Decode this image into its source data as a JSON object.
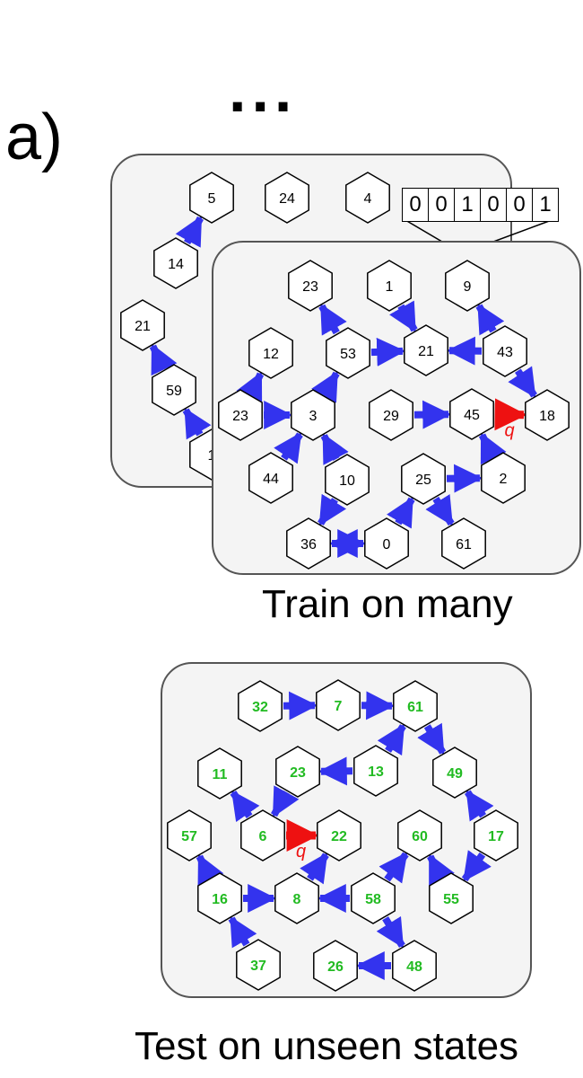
{
  "panel_label": "a)",
  "ellipsis": "...",
  "captions": {
    "train": "Train on many",
    "test": "Test on unseen states"
  },
  "bit_vector": [
    "0",
    "0",
    "1",
    "0",
    "0",
    "1"
  ],
  "colors": {
    "panel_fill": "#f4f4f4",
    "panel_stroke": "#555555",
    "edge": "#3333ee",
    "query_edge": "#ee1111",
    "test_label": "#22bb22",
    "label": "#000000"
  },
  "query_label": "q",
  "graphs": {
    "back": {
      "nodes": [
        {
          "id": "b5",
          "label": "5"
        },
        {
          "id": "b24",
          "label": "24"
        },
        {
          "id": "b4",
          "label": "4"
        },
        {
          "id": "b14",
          "label": "14"
        },
        {
          "id": "b21",
          "label": "21"
        },
        {
          "id": "b59",
          "label": "59"
        },
        {
          "id": "b1x",
          "label": "1"
        }
      ],
      "edges": [
        {
          "from": "b14",
          "to": "b5"
        },
        {
          "from": "b1x",
          "to": "b59"
        },
        {
          "from": "b59",
          "to": "b21"
        }
      ]
    },
    "train": {
      "nodes": [
        {
          "id": "t23a",
          "label": "23"
        },
        {
          "id": "t1",
          "label": "1"
        },
        {
          "id": "t9",
          "label": "9"
        },
        {
          "id": "t12",
          "label": "12"
        },
        {
          "id": "t53",
          "label": "53"
        },
        {
          "id": "t21",
          "label": "21"
        },
        {
          "id": "t43",
          "label": "43"
        },
        {
          "id": "t23b",
          "label": "23"
        },
        {
          "id": "t3",
          "label": "3"
        },
        {
          "id": "t29",
          "label": "29"
        },
        {
          "id": "t45",
          "label": "45"
        },
        {
          "id": "t18",
          "label": "18"
        },
        {
          "id": "t44",
          "label": "44"
        },
        {
          "id": "t10",
          "label": "10"
        },
        {
          "id": "t25",
          "label": "25"
        },
        {
          "id": "t2",
          "label": "2"
        },
        {
          "id": "t36",
          "label": "36"
        },
        {
          "id": "t0",
          "label": "0"
        },
        {
          "id": "t61",
          "label": "61"
        }
      ],
      "edges": [
        {
          "from": "t53",
          "to": "t23a"
        },
        {
          "from": "t1",
          "to": "t21"
        },
        {
          "from": "t43",
          "to": "t9"
        },
        {
          "from": "t23b",
          "to": "t12"
        },
        {
          "from": "t3",
          "to": "t53"
        },
        {
          "from": "t53",
          "to": "t21"
        },
        {
          "from": "t43",
          "to": "t21"
        },
        {
          "from": "t43",
          "to": "t18"
        },
        {
          "from": "t23b",
          "to": "t3"
        },
        {
          "from": "t44",
          "to": "t3"
        },
        {
          "from": "t10",
          "to": "t3"
        },
        {
          "from": "t10",
          "to": "t36"
        },
        {
          "from": "t29",
          "to": "t45"
        },
        {
          "from": "t2",
          "to": "t45"
        },
        {
          "from": "t25",
          "to": "t2"
        },
        {
          "from": "t25",
          "to": "t61"
        },
        {
          "from": "t0",
          "to": "t25"
        },
        {
          "from": "t0",
          "to": "t36"
        },
        {
          "from": "t36",
          "to": "t0"
        }
      ],
      "query": {
        "from": "t45",
        "to": "t18"
      }
    },
    "test": {
      "nodes": [
        {
          "id": "s32",
          "label": "32"
        },
        {
          "id": "s7",
          "label": "7"
        },
        {
          "id": "s61",
          "label": "61"
        },
        {
          "id": "s11",
          "label": "11"
        },
        {
          "id": "s23",
          "label": "23"
        },
        {
          "id": "s13",
          "label": "13"
        },
        {
          "id": "s49",
          "label": "49"
        },
        {
          "id": "s57",
          "label": "57"
        },
        {
          "id": "s6",
          "label": "6"
        },
        {
          "id": "s22",
          "label": "22"
        },
        {
          "id": "s60",
          "label": "60"
        },
        {
          "id": "s17",
          "label": "17"
        },
        {
          "id": "s16",
          "label": "16"
        },
        {
          "id": "s8",
          "label": "8"
        },
        {
          "id": "s58",
          "label": "58"
        },
        {
          "id": "s55",
          "label": "55"
        },
        {
          "id": "s37",
          "label": "37"
        },
        {
          "id": "s26",
          "label": "26"
        },
        {
          "id": "s48",
          "label": "48"
        }
      ],
      "edges": [
        {
          "from": "s32",
          "to": "s7"
        },
        {
          "from": "s7",
          "to": "s61"
        },
        {
          "from": "s61",
          "to": "s49"
        },
        {
          "from": "s13",
          "to": "s61"
        },
        {
          "from": "s13",
          "to": "s23"
        },
        {
          "from": "s23",
          "to": "s6"
        },
        {
          "from": "s6",
          "to": "s11"
        },
        {
          "from": "s16",
          "to": "s57"
        },
        {
          "from": "s16",
          "to": "s8"
        },
        {
          "from": "s37",
          "to": "s16"
        },
        {
          "from": "s8",
          "to": "s22"
        },
        {
          "from": "s58",
          "to": "s8"
        },
        {
          "from": "s58",
          "to": "s60"
        },
        {
          "from": "s58",
          "to": "s48"
        },
        {
          "from": "s48",
          "to": "s26"
        },
        {
          "from": "s17",
          "to": "s49"
        },
        {
          "from": "s17",
          "to": "s55"
        },
        {
          "from": "s55",
          "to": "s60"
        }
      ],
      "query": {
        "from": "s6",
        "to": "s22"
      }
    }
  }
}
